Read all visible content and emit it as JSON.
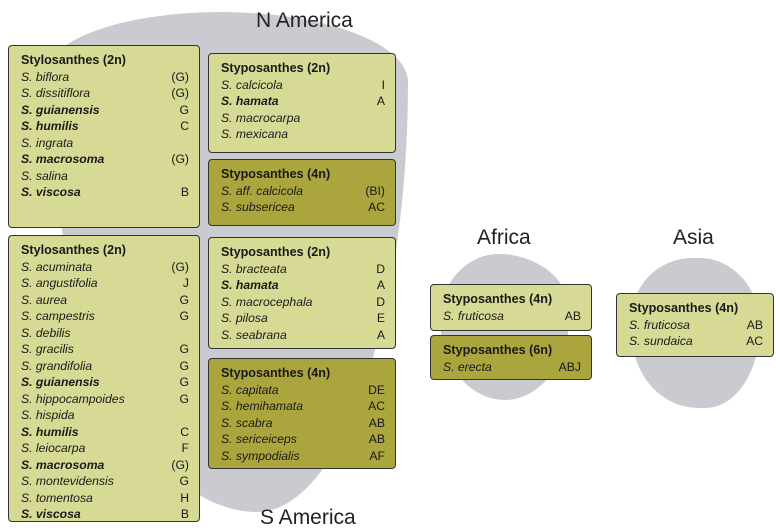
{
  "colors": {
    "light_box": "#d6da94",
    "dark_box": "#aaa53c",
    "region_blob": "#c9cbd0"
  },
  "regions": {
    "n_america": "N America",
    "s_america": "S America",
    "africa": "Africa",
    "asia": "Asia"
  },
  "boxes": [
    {
      "title": "Stylosanthes (2n)",
      "tone": "light",
      "species": [
        {
          "name": "S. biflora",
          "genome": "(G)",
          "bold": false
        },
        {
          "name": "S. dissitiflora",
          "genome": "(G)",
          "bold": false
        },
        {
          "name": "S. guianensis",
          "genome": "G",
          "bold": true
        },
        {
          "name": "S. humilis",
          "genome": "C",
          "bold": true
        },
        {
          "name": "S. ingrata",
          "genome": "",
          "bold": false
        },
        {
          "name": "S. macrosoma",
          "genome": "(G)",
          "bold": true
        },
        {
          "name": "S. salina",
          "genome": "",
          "bold": false
        },
        {
          "name": "S. viscosa",
          "genome": "B",
          "bold": true
        }
      ]
    },
    {
      "title": "Stylosanthes (2n)",
      "tone": "light",
      "species": [
        {
          "name": "S. acuminata",
          "genome": "(G)",
          "bold": false
        },
        {
          "name": "S. angustifolia",
          "genome": "J",
          "bold": false
        },
        {
          "name": "S. aurea",
          "genome": "G",
          "bold": false
        },
        {
          "name": "S. campestris",
          "genome": "G",
          "bold": false
        },
        {
          "name": "S. debilis",
          "genome": "",
          "bold": false
        },
        {
          "name": "S. gracilis",
          "genome": "G",
          "bold": false
        },
        {
          "name": "S. grandifolia",
          "genome": "G",
          "bold": false
        },
        {
          "name": "S. guianensis",
          "genome": "G",
          "bold": true
        },
        {
          "name": "S. hippocampoides",
          "genome": "G",
          "bold": false
        },
        {
          "name": "S. hispida",
          "genome": "",
          "bold": false
        },
        {
          "name": "S. humilis",
          "genome": "C",
          "bold": true
        },
        {
          "name": "S. leiocarpa",
          "genome": "F",
          "bold": false
        },
        {
          "name": "S. macrosoma",
          "genome": "(G)",
          "bold": true
        },
        {
          "name": "S. montevidensis",
          "genome": "G",
          "bold": false
        },
        {
          "name": "S. tomentosa",
          "genome": "H",
          "bold": false
        },
        {
          "name": "S. viscosa",
          "genome": "B",
          "bold": true
        }
      ]
    },
    {
      "title": "Styposanthes (2n)",
      "tone": "light",
      "species": [
        {
          "name": "S. calcicola",
          "genome": "I",
          "bold": false
        },
        {
          "name": "S. hamata",
          "genome": "A",
          "bold": true
        },
        {
          "name": "S. macrocarpa",
          "genome": "",
          "bold": false
        },
        {
          "name": "S. mexicana",
          "genome": "",
          "bold": false
        }
      ]
    },
    {
      "title": "Styposanthes (4n)",
      "tone": "dark",
      "species": [
        {
          "name": "S. aff. calcicola",
          "genome": "(BI)",
          "bold": false
        },
        {
          "name": "S. subsericea",
          "genome": "AC",
          "bold": false
        }
      ]
    },
    {
      "title": "Styposanthes (2n)",
      "tone": "light",
      "species": [
        {
          "name": "S. bracteata",
          "genome": "D",
          "bold": false
        },
        {
          "name": "S. hamata",
          "genome": "A",
          "bold": true
        },
        {
          "name": "S. macrocephala",
          "genome": "D",
          "bold": false
        },
        {
          "name": "S. pilosa",
          "genome": "E",
          "bold": false
        },
        {
          "name": "S. seabrana",
          "genome": "A",
          "bold": false
        }
      ]
    },
    {
      "title": "Styposanthes (4n)",
      "tone": "dark",
      "species": [
        {
          "name": "S. capitata",
          "genome": "DE",
          "bold": false
        },
        {
          "name": "S. hemihamata",
          "genome": "AC",
          "bold": false
        },
        {
          "name": "S. scabra",
          "genome": "AB",
          "bold": false
        },
        {
          "name": "S. sericeiceps",
          "genome": "AB",
          "bold": false
        },
        {
          "name": "S. sympodialis",
          "genome": "AF",
          "bold": false
        }
      ]
    },
    {
      "title": "Styposanthes (4n)",
      "tone": "light",
      "species": [
        {
          "name": "S. fruticosa",
          "genome": "AB",
          "bold": false
        }
      ]
    },
    {
      "title": "Styposanthes (6n)",
      "tone": "dark",
      "species": [
        {
          "name": "S. erecta",
          "genome": "ABJ",
          "bold": false
        }
      ]
    },
    {
      "title": "Styposanthes (4n)",
      "tone": "light",
      "species": [
        {
          "name": "S. fruticosa",
          "genome": "AB",
          "bold": false
        },
        {
          "name": "S. sundaica",
          "genome": "AC",
          "bold": false
        }
      ]
    }
  ]
}
